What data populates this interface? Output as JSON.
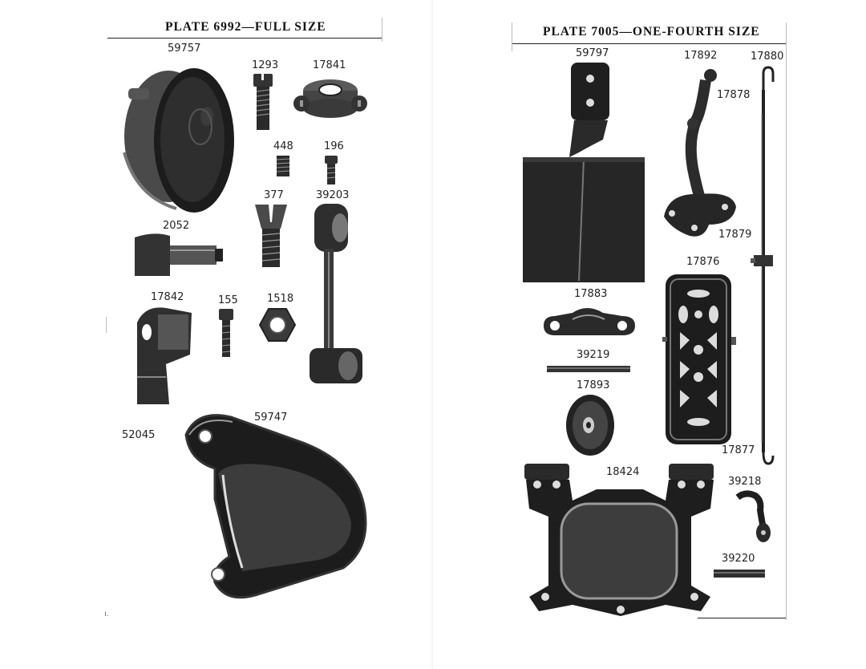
{
  "plates": {
    "left": {
      "title": "PLATE 6992—FULL SIZE",
      "parts": [
        "59757",
        "1293",
        "17841",
        "448",
        "196",
        "377",
        "39203",
        "2052",
        "17842",
        "155",
        "1518",
        "59747",
        "52045"
      ]
    },
    "right": {
      "title": "PLATE 7005—ONE-FOURTH SIZE",
      "parts": [
        "59797",
        "17892",
        "17880",
        "17878",
        "17879",
        "17876",
        "17883",
        "39219",
        "17893",
        "17877",
        "18424",
        "39218",
        "39220"
      ]
    }
  },
  "colors": {
    "ink": "#1a1a1a",
    "metal_dark": "#222222",
    "metal_mid": "#6a6a6a",
    "paper": "#ffffff"
  }
}
